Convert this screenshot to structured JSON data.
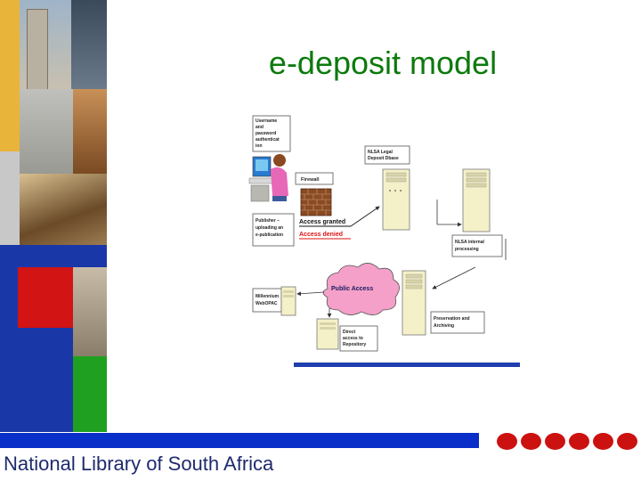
{
  "slide": {
    "title": "e-deposit model",
    "footer": "National Library of South Africa"
  },
  "colors": {
    "title": "#0d7a0d",
    "footer_bar": "#0a2fc8",
    "dots": "#cc1111",
    "accent_line": "#1f3fae",
    "cloud": "#f4a0c8",
    "server": "#f4f0c8"
  },
  "diagram": {
    "labels": {
      "username": [
        "Username",
        "and",
        "password",
        "authenticat",
        "ion"
      ],
      "legal_deposit": [
        "NLSA Legal",
        "Deposit Dbase"
      ],
      "firewall": "Firewall",
      "publisher": [
        "Publisher –",
        "uploading an",
        "e-publication"
      ],
      "access_granted": "Access granted",
      "access_denied": "Access denied",
      "internal_processing": [
        "NLSA internal",
        "processing"
      ],
      "public_access": "Public Access",
      "millennium": [
        "Millennium",
        "WebOPAC"
      ],
      "preservation": [
        "Preservation and",
        "Archiving"
      ],
      "direct_access": [
        "Direct",
        "access to",
        "Repository"
      ]
    }
  }
}
